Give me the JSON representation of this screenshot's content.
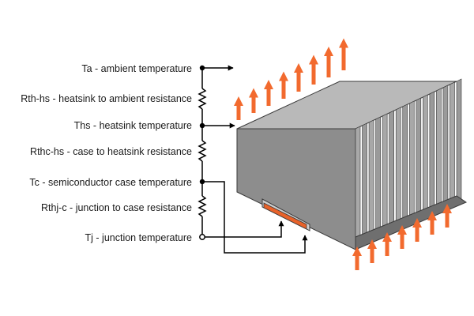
{
  "labels": {
    "ta": "Ta - ambient temperature",
    "rth_hs": "Rth-hs - heatsink to ambient resistance",
    "ths": "Ths - heatsink temperature",
    "rthc_hs": "Rthc-hs - case to heatsink resistance",
    "tc": "Tc - semiconductor case temperature",
    "rthj_c": "Rthj-c - junction to case resistance",
    "tj": "Tj - junction temperature"
  },
  "colors": {
    "heat_arrow": "#f26a2e",
    "semiconductor": "#e8622a",
    "wire": "#000000",
    "fin_front": "#8d8d8d",
    "fin_top": "#b9b9b9",
    "fin_side": "#6f6f6f",
    "base_plate": "#7c7c7c"
  }
}
